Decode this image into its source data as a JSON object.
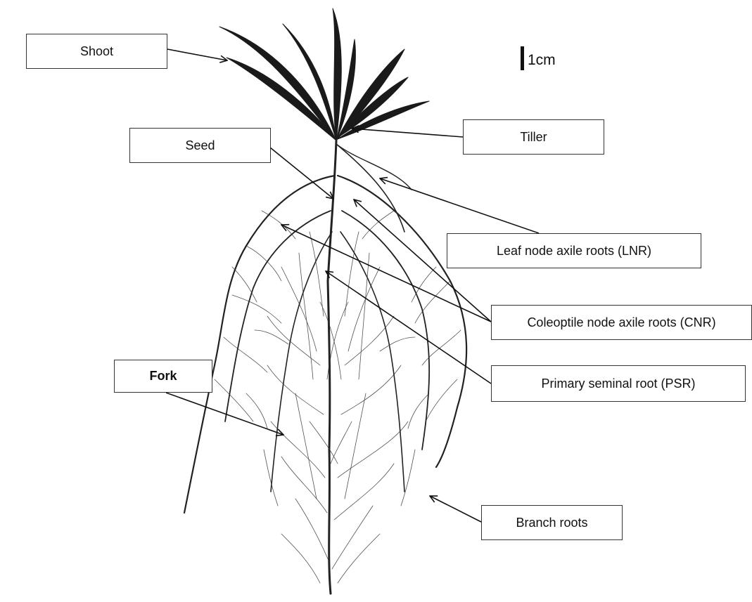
{
  "scale_bar": {
    "label": "1cm"
  },
  "labels": {
    "shoot": "Shoot",
    "tiller": "Tiller",
    "seed": "Seed",
    "lnr": "Leaf node axile roots (LNR)",
    "cnr": "Coleoptile node axile roots (CNR)",
    "psr": "Primary seminal root (PSR)",
    "fork": "Fork",
    "branch": "Branch roots"
  },
  "colors": {
    "ink": "#111111",
    "root": "#2a2a2a",
    "box_border": "#333333"
  }
}
